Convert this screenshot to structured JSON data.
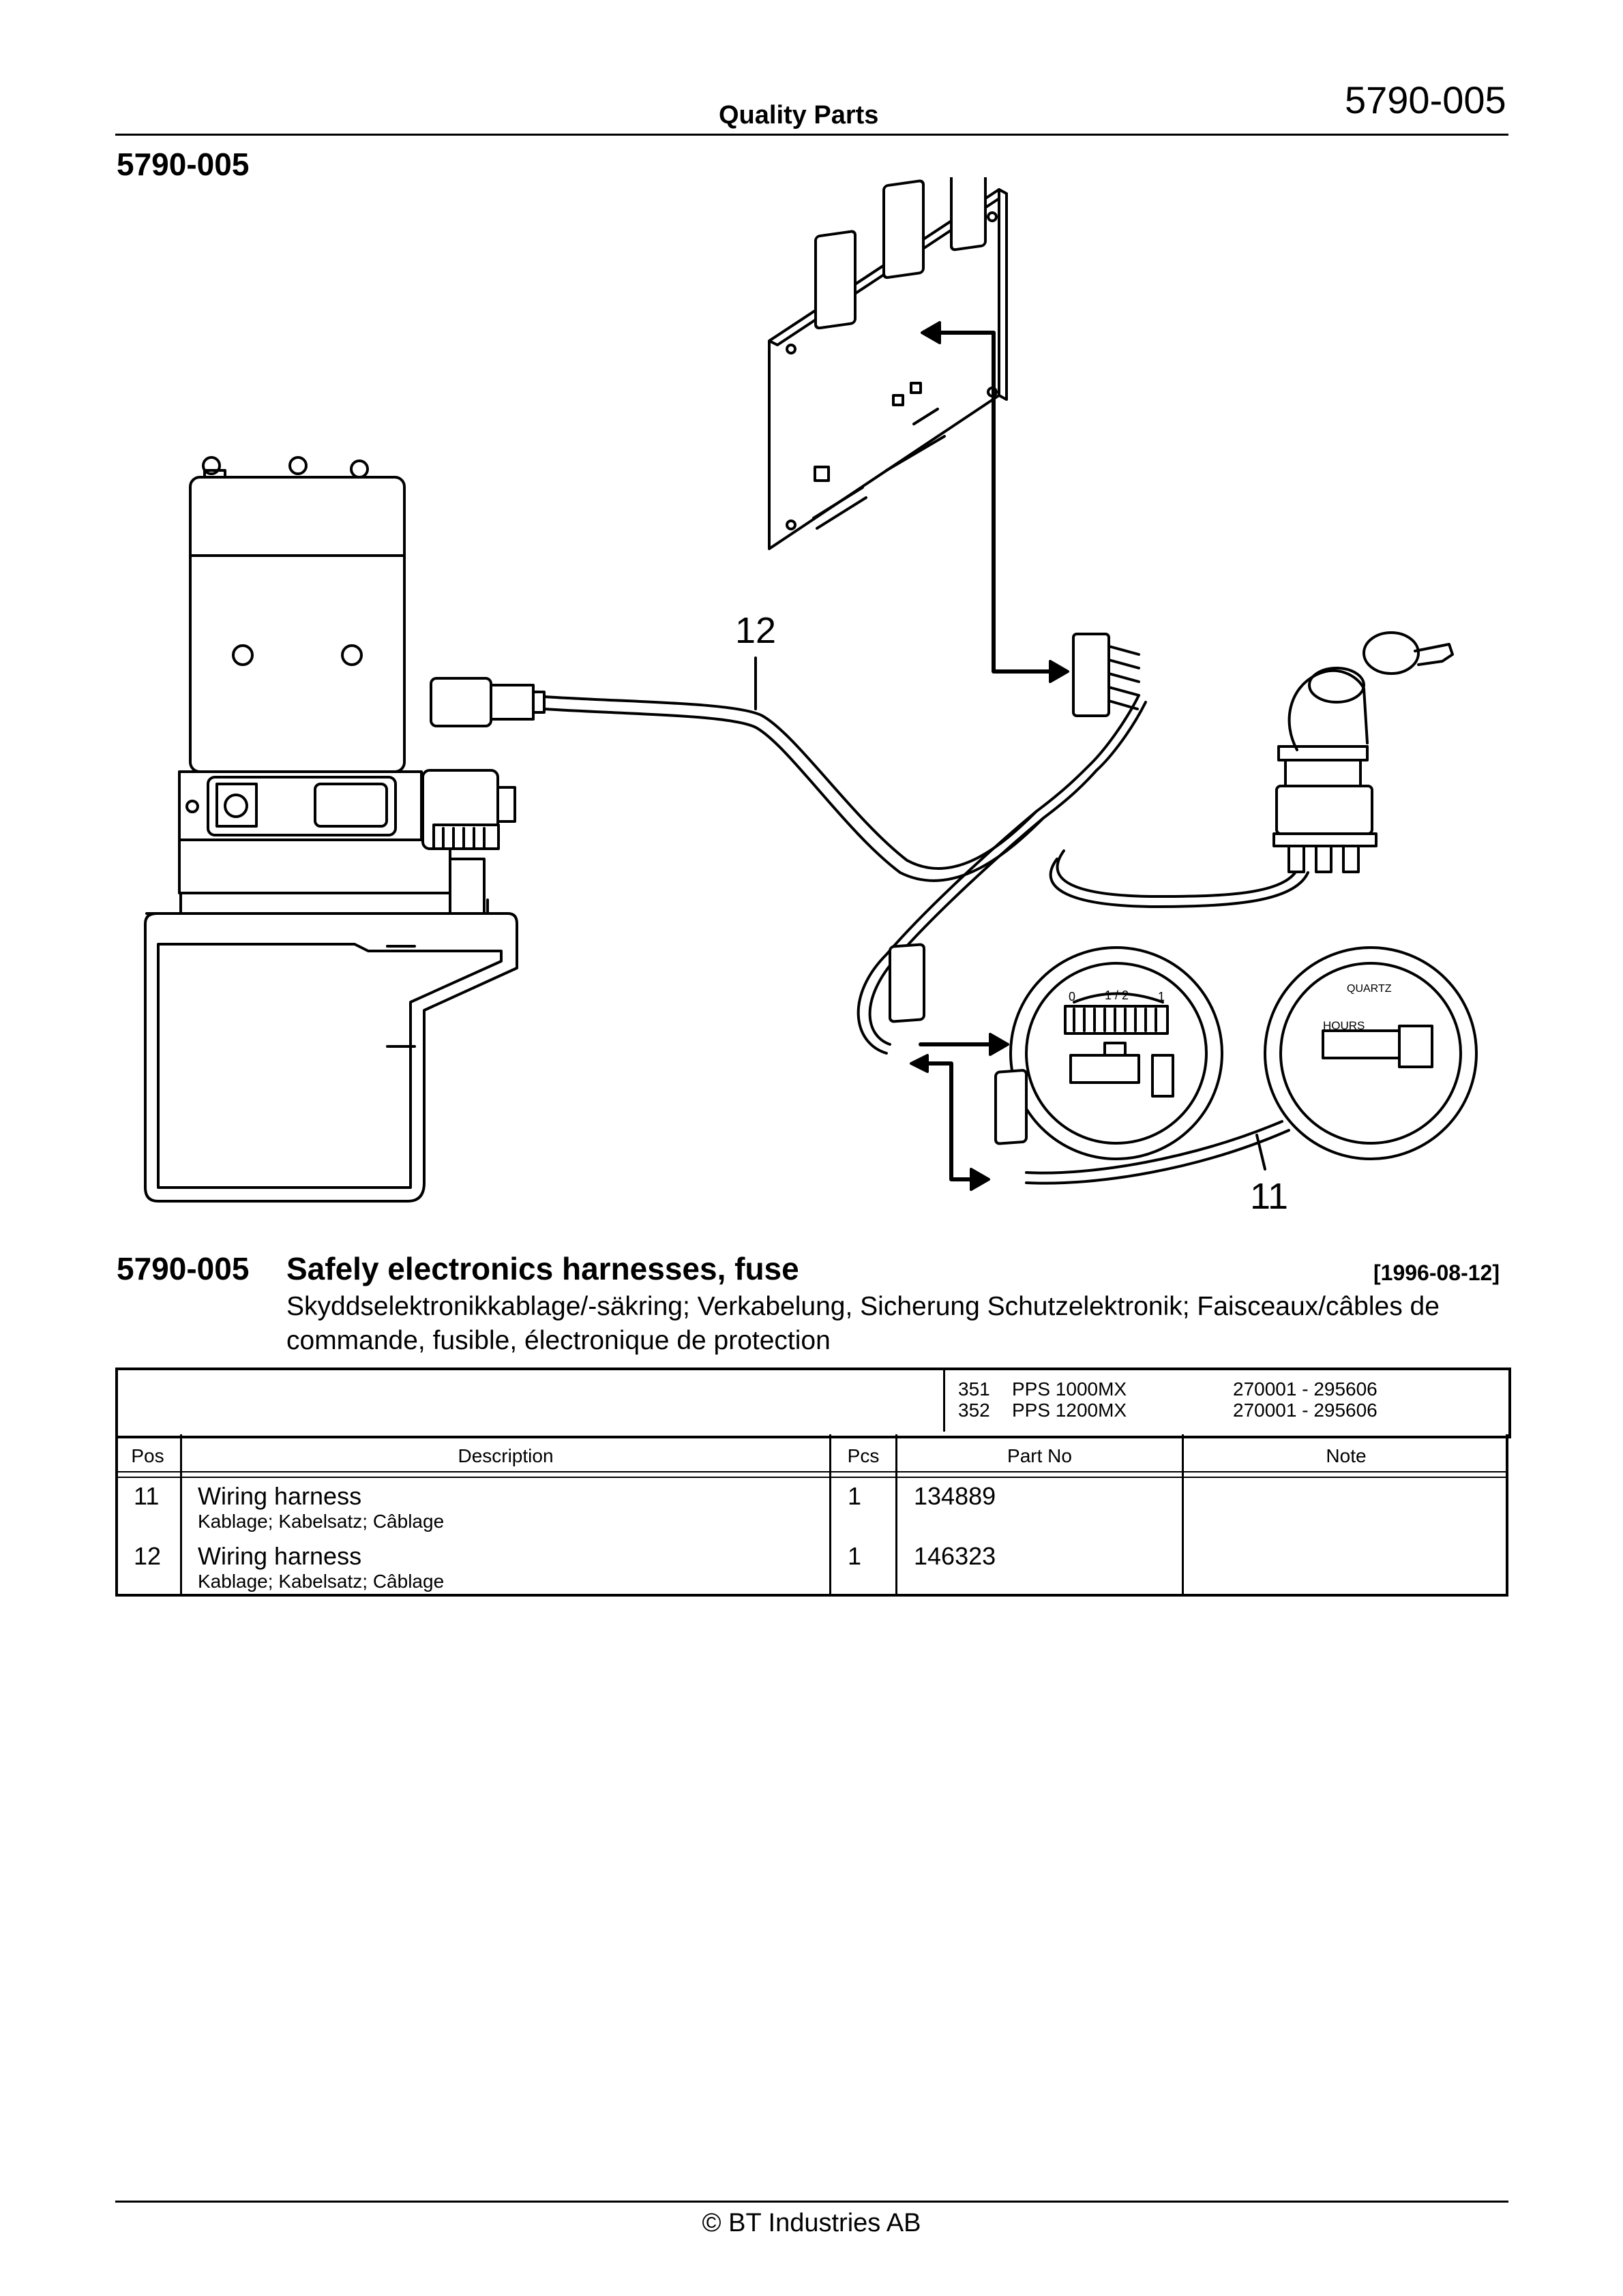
{
  "header": {
    "title": "Quality Parts",
    "code": "5790-005"
  },
  "page_code": "5790-005",
  "diagram": {
    "callouts": [
      "12",
      "11"
    ],
    "hour_meter": {
      "scale_0": "0",
      "scale_half": "1 / 2",
      "scale_1": "1"
    },
    "clock": {
      "brand": "QUARTZ",
      "label": "HOURS"
    }
  },
  "section": {
    "code": "5790-005",
    "title": "Safely electronics harnesses, fuse",
    "date": "[1996-08-12]",
    "subtitle": "Skyddselektronikkablage/-säkring; Verkabelung, Sicherung Schutzelektronik; Faisceaux/câbles de commande, fusible, électronique de protection"
  },
  "models": [
    {
      "id": "351",
      "name": "PPS 1000MX",
      "serial": "270001 - 295606"
    },
    {
      "id": "352",
      "name": "PPS 1200MX",
      "serial": "270001 - 295606"
    }
  ],
  "table": {
    "headers": {
      "pos": "Pos",
      "description": "Description",
      "pcs": "Pcs",
      "part_no": "Part No",
      "note": "Note"
    },
    "rows": [
      {
        "pos": "11",
        "description": "Wiring harness",
        "translation": "Kablage; Kabelsatz; Câblage",
        "pcs": "1",
        "part_no": "134889",
        "note": ""
      },
      {
        "pos": "12",
        "description": "Wiring harness",
        "translation": "Kablage; Kabelsatz; Câblage",
        "pcs": "1",
        "part_no": "146323",
        "note": ""
      }
    ]
  },
  "footer": "© BT Industries AB"
}
